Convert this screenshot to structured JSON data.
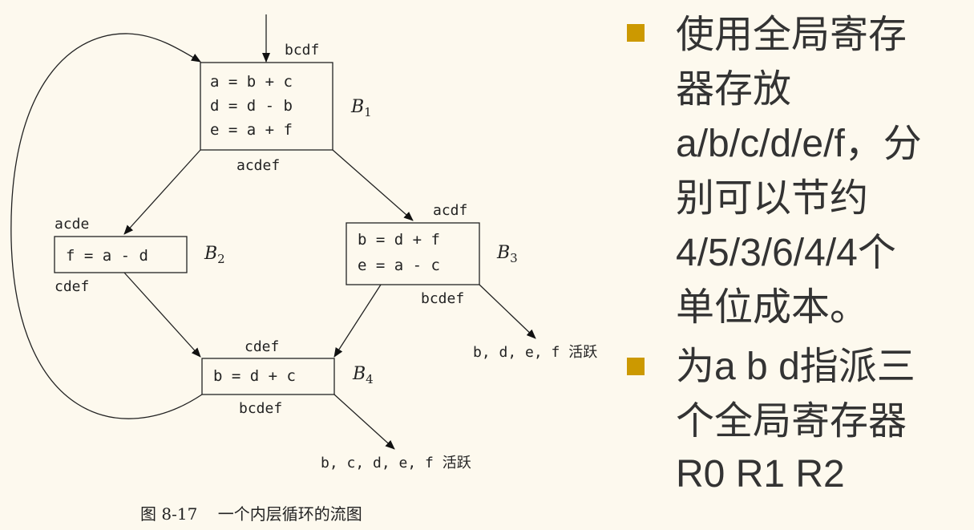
{
  "diagram": {
    "entry_label": "bcdf",
    "blocks": [
      {
        "name": "B",
        "sub": "1",
        "in": "bcdf",
        "out": "acdef",
        "code": [
          "a = b + c",
          "d = d - b",
          "e = a + f"
        ]
      },
      {
        "name": "B",
        "sub": "2",
        "in": "acde",
        "out": "cdef",
        "code": [
          "f = a - d"
        ]
      },
      {
        "name": "B",
        "sub": "3",
        "in": "acdf",
        "out": "bcdef",
        "code": [
          "b = d + f",
          "e = a - c"
        ]
      },
      {
        "name": "B",
        "sub": "4",
        "in": "cdef",
        "out": "bcdef",
        "code": [
          "b = d + c"
        ]
      }
    ],
    "exit_b3": "b, d, e, f 活跃",
    "exit_b4": "b, c, d, e, f 活跃",
    "caption": "图 8-17    一个内层循环的流图"
  },
  "bullets": [
    {
      "lines": [
        "使用全局寄存",
        "器存放",
        "a/b/c/d/e/f，分",
        "别可以节约",
        "4/5/3/6/4/4个",
        "单位成本。"
      ]
    },
    {
      "lines": [
        "为a b d指派三",
        "个全局寄存器",
        "R0 R1 R2"
      ]
    }
  ],
  "colors": {
    "bullet": "#cc9900",
    "background": "#fdf9ee",
    "text": "#333333"
  }
}
